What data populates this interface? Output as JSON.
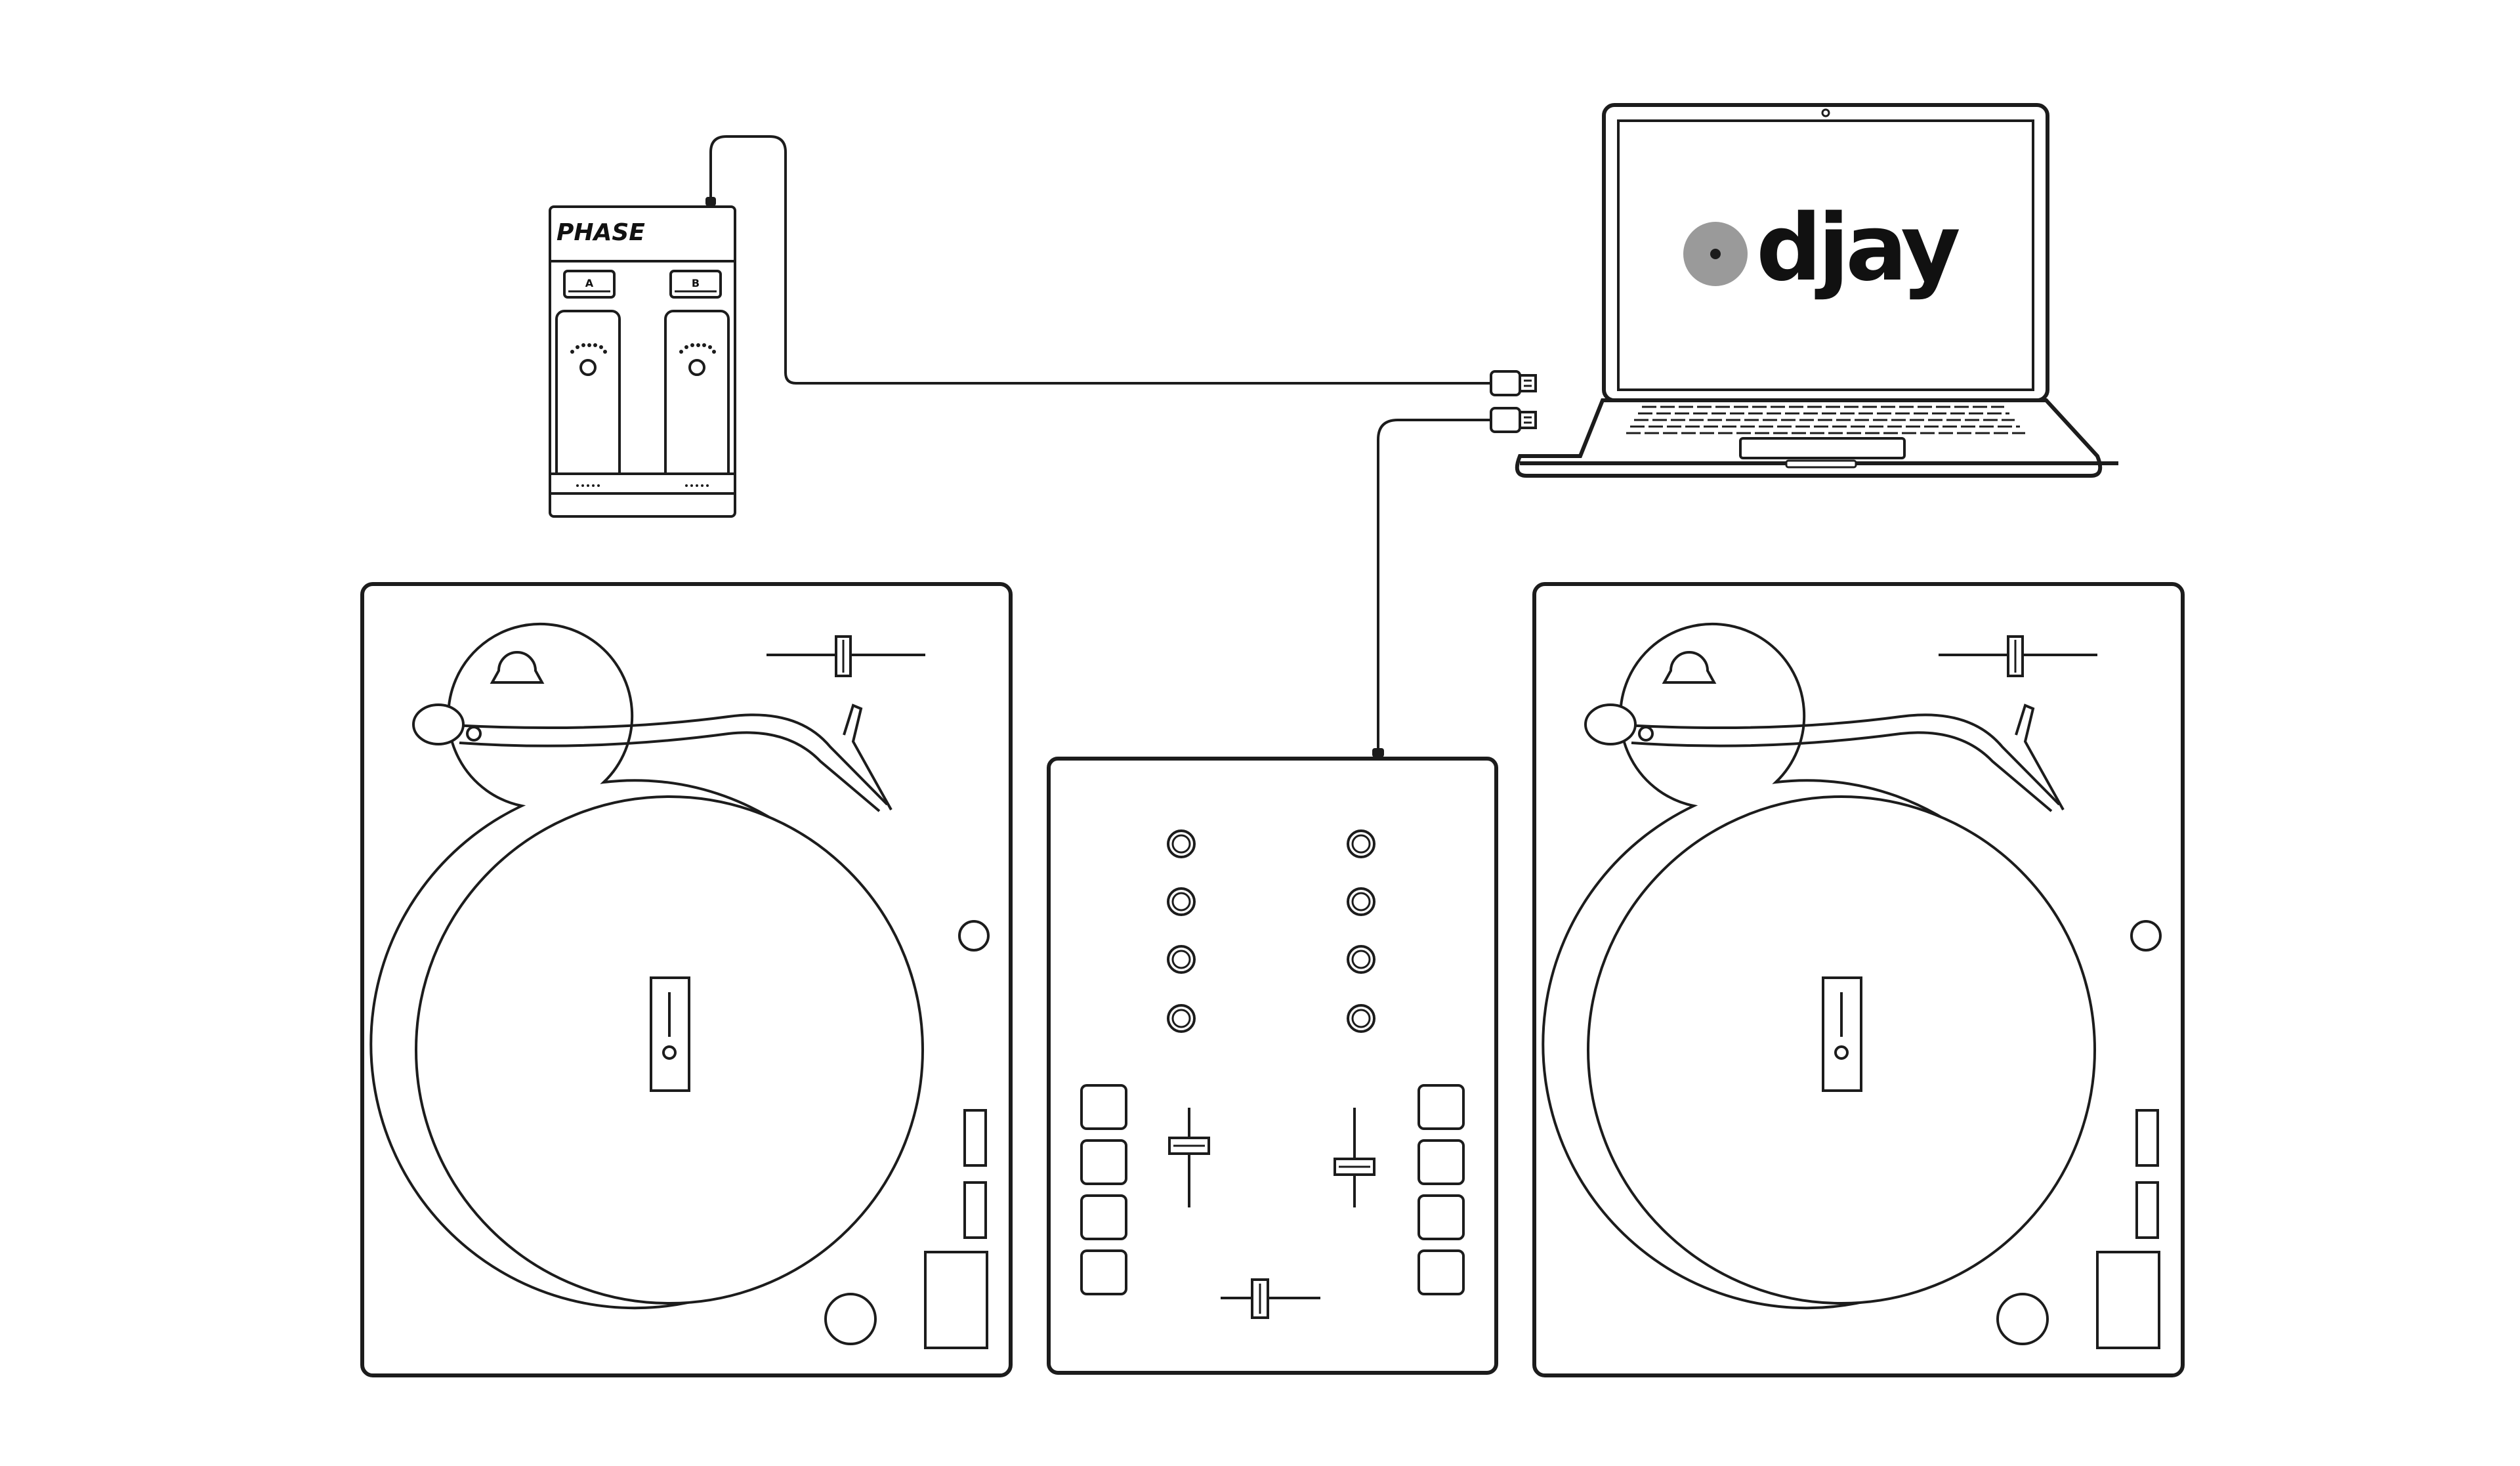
{
  "phase": {
    "brand": "PHASE",
    "remote_a_label": "A",
    "remote_b_label": "B"
  },
  "laptop": {
    "app_name": "djay"
  },
  "colors": {
    "line": "#1c1c1c",
    "logo_disc": "#9a9a9a",
    "background": "#ffffff"
  },
  "icons": {
    "usb": "usb-plug-icon",
    "knob": "knob-icon",
    "fader": "fader-icon"
  }
}
